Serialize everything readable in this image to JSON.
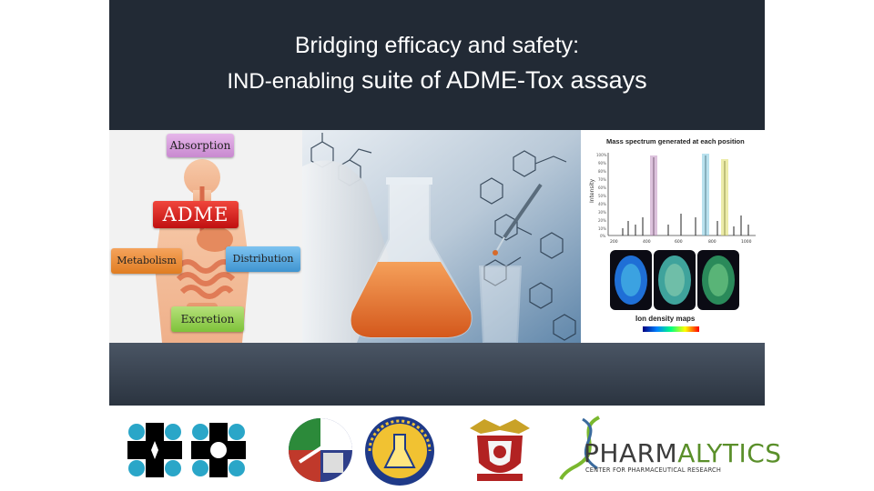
{
  "slide": {
    "title_line1": "Bridging efficacy and safety:",
    "title_line2_part1": "IND-enabling",
    "title_line2_part2": " suite of ADME-Tox assays"
  },
  "adme_diagram": {
    "center": "ADME",
    "absorption": "Absorption",
    "metabolism": "Metabolism",
    "distribution": "Distribution",
    "excretion": "Excretion"
  },
  "mass_spec": {
    "title": "Mass spectrum generated at each position",
    "ion_caption": "Ion density maps",
    "y_label": "Intensity",
    "x_ticks": [
      "200",
      "400",
      "600",
      "800",
      "1000"
    ],
    "y_ticks": [
      "100%",
      "90%",
      "80%",
      "70%",
      "60%",
      "50%",
      "40%",
      "30%",
      "20%",
      "10%",
      "0%"
    ]
  },
  "logos": {
    "pharmalytics_part1": "PHARM",
    "pharmalytics_part2": "ALYTICS",
    "pharmalytics_sub": "CENTER FOR PHARMACEUTICAL RESEARCH"
  },
  "colors": {
    "header_bg": "#222a35",
    "pharm_green": "#5a8f2a",
    "lab_orange": "#e8732a"
  }
}
